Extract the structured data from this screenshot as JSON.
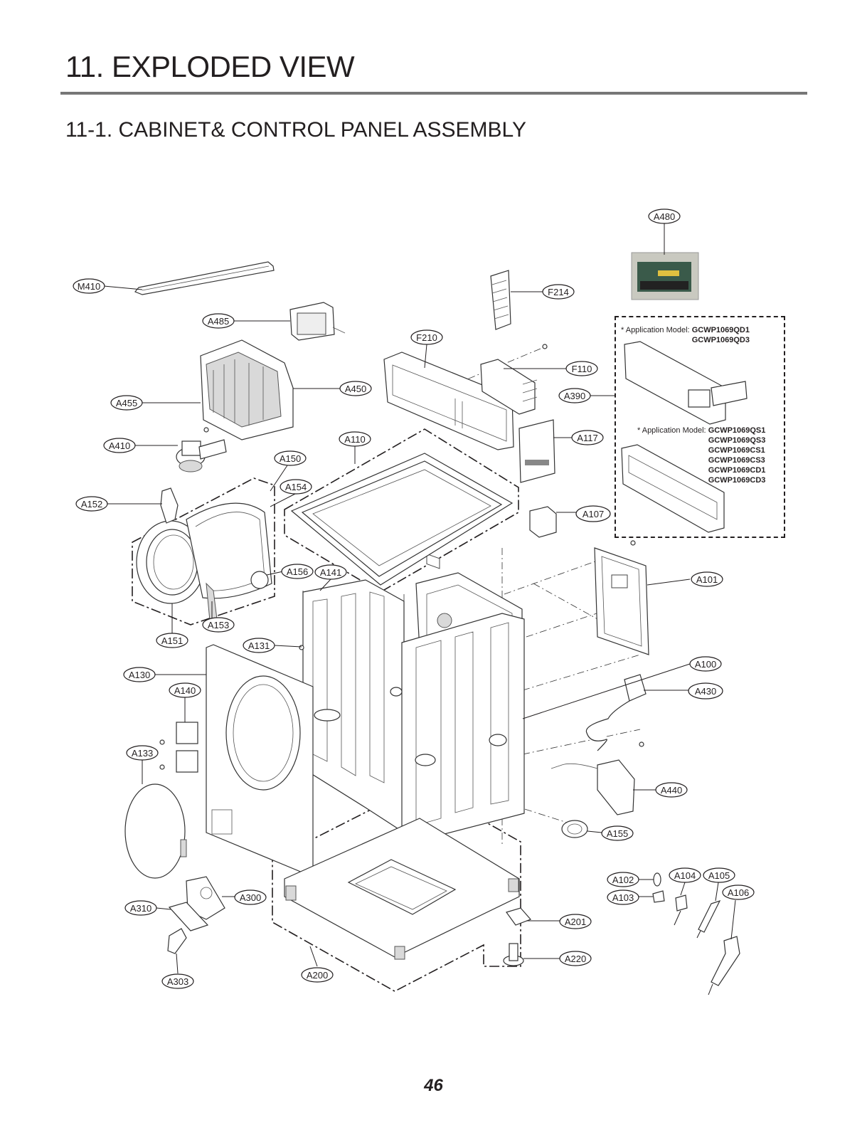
{
  "page": {
    "title": "11. EXPLODED VIEW",
    "section": "11-1. CABINET& CONTROL PANEL ASSEMBLY",
    "page_number": "46"
  },
  "application_notes": [
    {
      "label": "* Application Model:",
      "models": [
        "GCWP1069QD1",
        "GCWP1069QD3"
      ]
    },
    {
      "label": "* Application Model:",
      "models": [
        "GCWP1069QS1",
        "GCWP1069QS3",
        "GCWP1069CS1",
        "GCWP1069CS3",
        "GCWP1069CD1",
        "GCWP1069CD3"
      ]
    }
  ],
  "callouts": [
    "A480",
    "M410",
    "F214",
    "A485",
    "F210",
    "F110",
    "A450",
    "A390",
    "A455",
    "A110",
    "A117",
    "A410",
    "A150",
    "A154",
    "A152",
    "A107",
    "A156",
    "A141",
    "A101",
    "A153",
    "A151",
    "A131",
    "A100",
    "A130",
    "A140",
    "A430",
    "A133",
    "A440",
    "A155",
    "A102",
    "A104",
    "A105",
    "A106",
    "A103",
    "A300",
    "A310",
    "A201",
    "A220",
    "A303",
    "A200"
  ]
}
